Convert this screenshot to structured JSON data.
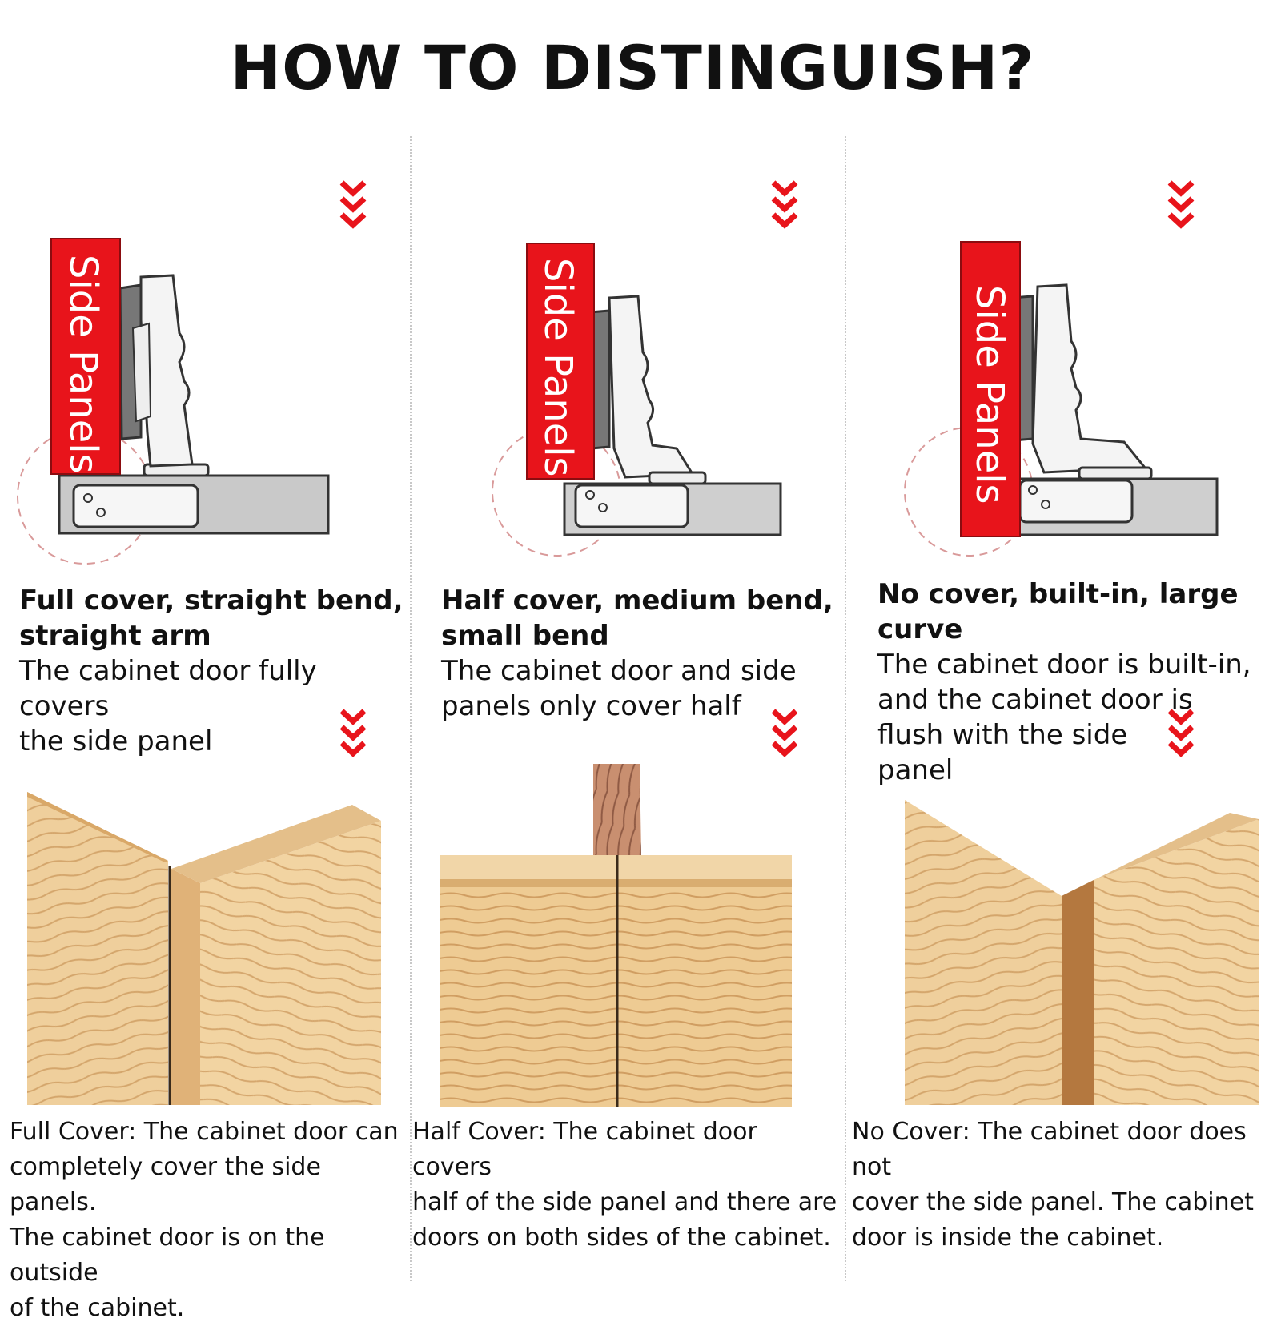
{
  "title": "HOW TO DISTINGUISH?",
  "colors": {
    "accent_red": "#e8141b",
    "panel_gray": "#c9c9c9",
    "wood_light": "#f0cf9a",
    "wood_dark": "#c68c4e"
  },
  "icons": [
    "triple-chevron-down-icon"
  ],
  "panels": [
    {
      "panel_label": "Side Panels",
      "heading_lines": [
        "Full cover, straight bend,",
        "straight arm"
      ],
      "desc_lines": [
        "The cabinet door fully covers",
        "the side panel"
      ],
      "caption_lines": [
        "Full Cover: The cabinet door can",
        "completely cover the side panels.",
        "The cabinet door is on the outside",
        "of the cabinet."
      ]
    },
    {
      "panel_label": "Side Panels",
      "heading_lines": [
        "Half cover, medium bend,",
        "small bend"
      ],
      "desc_lines": [
        "The cabinet door and side",
        "panels only cover half"
      ],
      "caption_lines": [
        "Half Cover: The cabinet door covers",
        "half of the side panel and there are",
        "doors on both sides of the cabinet."
      ]
    },
    {
      "panel_label": "Side Panels",
      "heading_lines": [
        "No cover, built-in, large",
        "curve"
      ],
      "desc_lines": [
        "The cabinet door is built-in,",
        "and the cabinet door is",
        "flush with the side",
        "panel"
      ],
      "caption_lines": [
        "No Cover: The cabinet door does not",
        "cover the side panel. The cabinet",
        "door is inside the cabinet."
      ]
    }
  ]
}
